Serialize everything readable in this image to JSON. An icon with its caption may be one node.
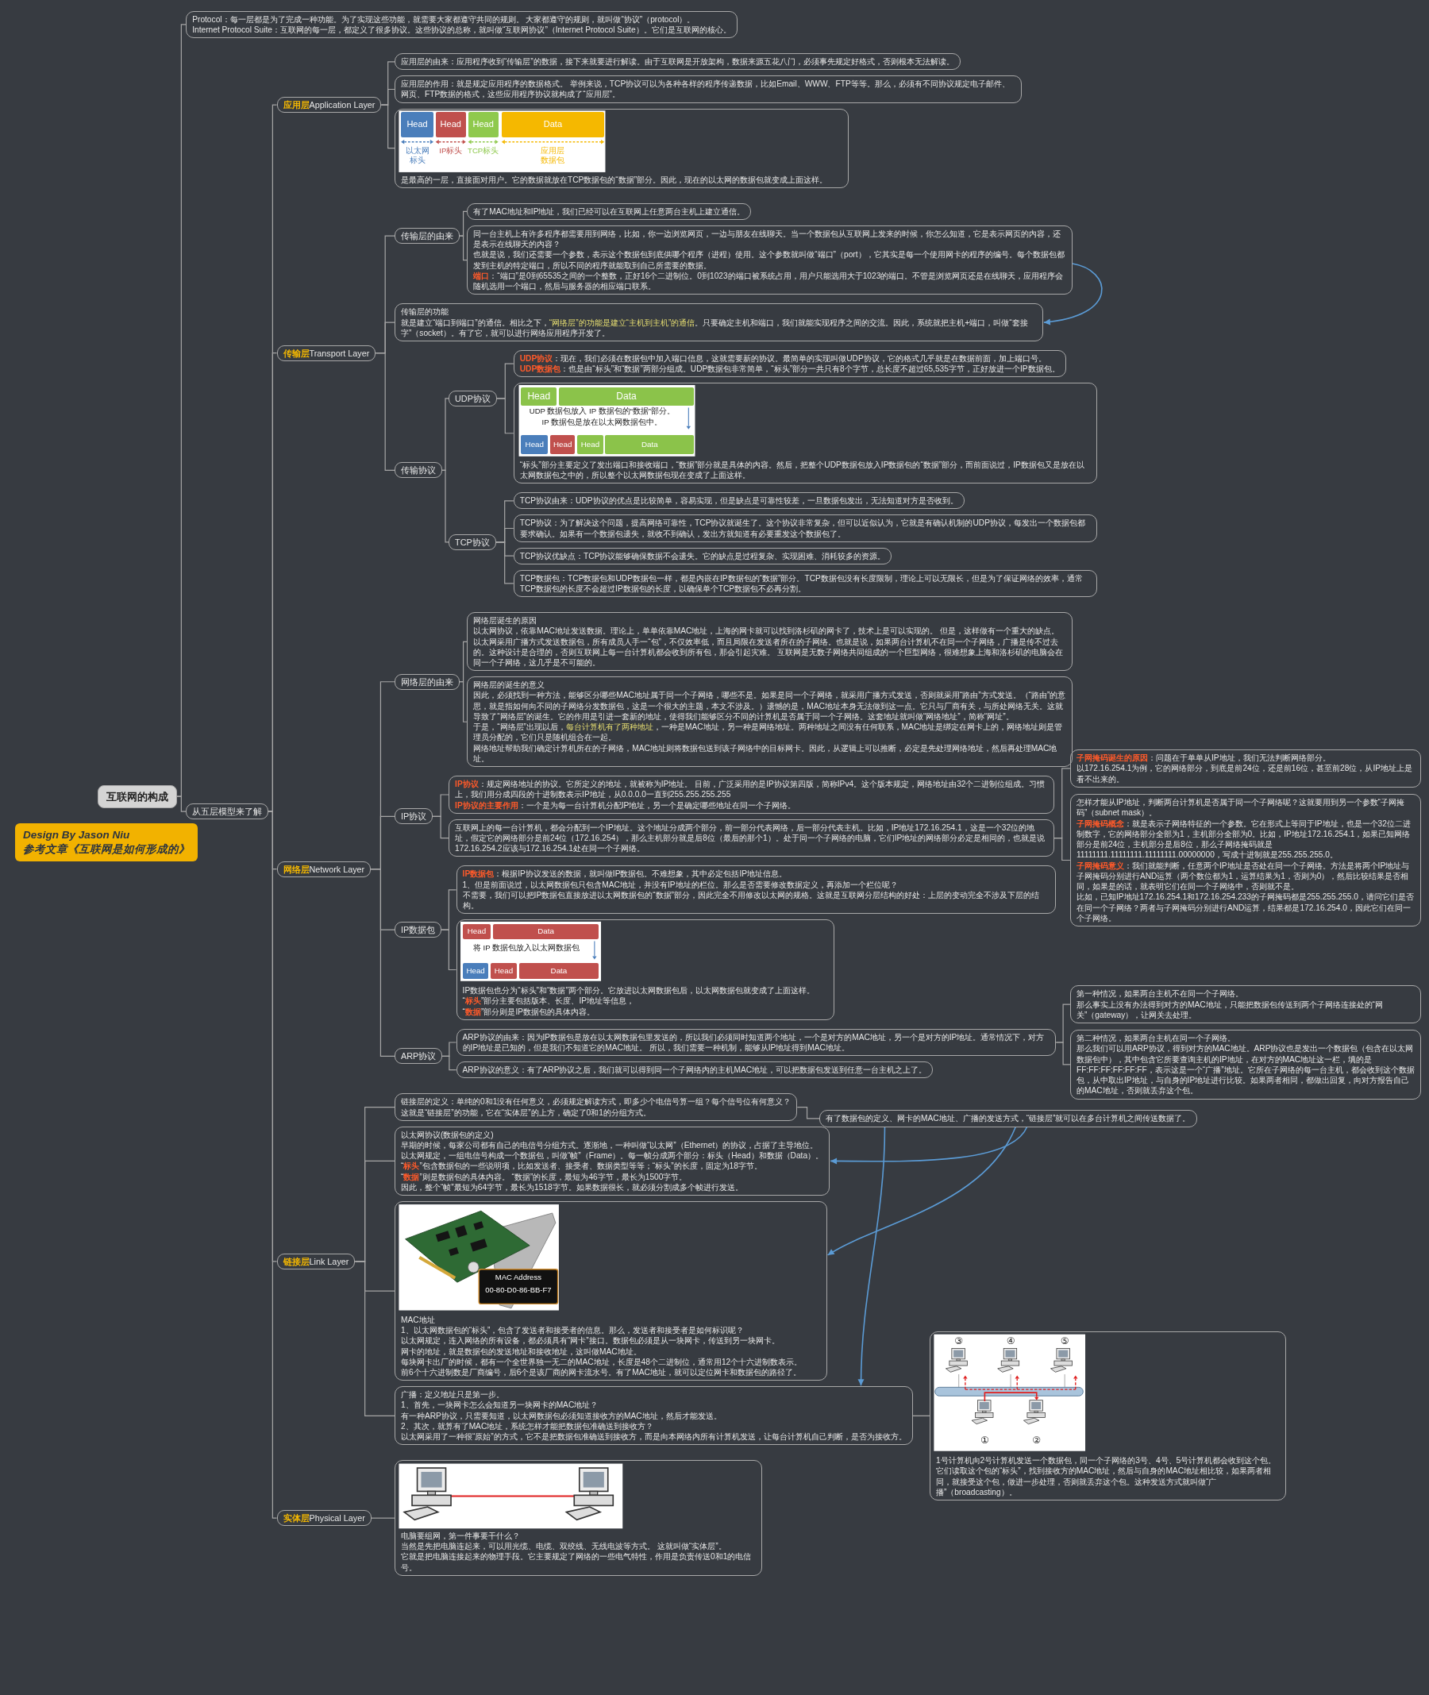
{
  "diagram": {
    "nodes": [
      {
        "text": [
          "互联网的构成"
        ]
      },
      {
        "text": [
          "Design By Jason Niu",
          "参考文章《互联网是如何形成的》"
        ]
      },
      {
        "text": [
          "Protocol：每一层都是为了完成一种功能。为了实现这些功能，就需要大家都遵守共同的规则。 大家都遵守的规则，就叫做“协议”（protocol）。",
          "Internet Protocol Suite：互联网的每一层，都定义了很多协议。这些协议的总称，就叫做“互联网协议”（Internet Protocol Suite）。它们是互联网的核心。"
        ]
      },
      {
        "text": [
          "从五层模型来了解"
        ]
      },
      {
        "text": [
          "**应用层**Application Layer"
        ]
      },
      {
        "text": [
          "**传输层**Transport Layer"
        ]
      },
      {
        "text": [
          "**网络层**Network Layer"
        ]
      },
      {
        "text": [
          "**链接层**Link Layer"
        ]
      },
      {
        "text": [
          "**实体层**Physical Layer"
        ]
      },
      {
        "text": [
          "应用层的由来：应用程序收到“传输层”的数据，接下来就要进行解读。由于互联网是开放架构，数据来源五花八门，必须事先规定好格式，否则根本无法解读。"
        ]
      },
      {
        "text": [
          "应用层的作用：就是规定应用程序的数据格式。 举例来说，TCP协议可以为各种各样的程序传递数据，比如Email、WWW、FTP等等。那么，必须有不同协议规定电子邮件、网页、FTP数据的格式，这些应用程序协议就构成了“应用层”。"
        ]
      },
      {
        "text": [
          "是最高的一层，直接面对用户。它的数据就放在TCP数据包的“数据”部分。因此，现在的以太网的数据包就变成上面这样。"
        ]
      },
      {
        "text": [
          "传输层的由来"
        ]
      },
      {
        "text": [
          "传输层的功能",
          "就是建立“端口到端口”的通信。相比之下，*“网络层”的功能是建立“主机到主机”的通信*。只要确定主机和端口，我们就能实现程序之间的交流。因此，系统就把主机+端口，叫做“套接字”（socket）。有了它，就可以进行网络应用程序开发了。"
        ]
      },
      {
        "text": [
          "传输协议"
        ]
      },
      {
        "text": [
          "有了MAC地址和IP地址，我们已经可以在互联网上任意两台主机上建立通信。"
        ]
      },
      {
        "text": [
          "同一台主机上有许多程序都需要用到网络，比如，你一边浏览网页，一边与朋友在线聊天。当一个数据包从互联网上发来的时候，你怎么知道，它是表示网页的内容，还是表示在线聊天的内容？",
          "也就是说，我们还需要一个参数，表示这个数据包到底供哪个程序（进程）使用。这个参数就叫做“端口”（port），它其实是每一个使用网卡的程序的编号。每个数据包都发到主机的特定端口，所以不同的程序就能取到自己所需要的数据。",
          "**端口**：“端口”是0到65535之间的一个整数，正好16个二进制位。0到1023的端口被系统占用，用户只能选用大于1023的端口。不管是浏览网页还是在线聊天，应用程序会随机选用一个端口，然后与服务器的相应端口联系。"
        ]
      },
      {
        "text": [
          "UDP协议"
        ]
      },
      {
        "text": [
          "TCP协议"
        ]
      },
      {
        "text": [
          "**UDP协议**：现在，我们必须在数据包中加入端口信息，这就需要新的协议。最简单的实现叫做UDP协议，它的格式几乎就是在数据前面，加上端口号。",
          "**UDP数据包**：也是由“标头”和“数据”两部分组成。UDP数据包非常简单，“标头”部分一共只有8个字节，总长度不超过65,535字节，正好放进一个IP数据包。"
        ]
      },
      {
        "text": [
          "“标头”部分主要定义了发出端口和接收端口，“数据”部分就是具体的内容。然后，把整个UDP数据包放入IP数据包的“数据”部分，而前面说过，IP数据包又是放在以太网数据包之中的，所以整个以太网数据包现在变成了上面这样。"
        ]
      },
      {
        "text": [
          "TCP协议由来：UDP协议的优点是比较简单，容易实现，但是缺点是可靠性较差，一旦数据包发出，无法知道对方是否收到。"
        ]
      },
      {
        "text": [
          "TCP协议：为了解决这个问题，提高网络可靠性，TCP协议就诞生了。这个协议非常复杂，但可以近似认为，它就是有确认机制的UDP协议，每发出一个数据包都要求确认。如果有一个数据包遗失，就收不到确认，发出方就知道有必要重发这个数据包了。"
        ]
      },
      {
        "text": [
          "TCP协议优缺点：TCP协议能够确保数据不会遗失。它的缺点是过程复杂、实现困难、消耗较多的资源。"
        ]
      },
      {
        "text": [
          "TCP数据包：TCP数据包和UDP数据包一样，都是内嵌在IP数据包的“数据”部分。TCP数据包没有长度限制，理论上可以无限长，但是为了保证网络的效率，通常TCP数据包的长度不会超过IP数据包的长度，以确保单个TCP数据包不必再分割。"
        ]
      },
      {
        "text": [
          "网络层的由来"
        ]
      },
      {
        "text": [
          "IP协议"
        ]
      },
      {
        "text": [
          "IP数据包"
        ]
      },
      {
        "text": [
          "ARP协议"
        ]
      },
      {
        "text": [
          "网络层诞生的原因",
          "以太网协议，依靠MAC地址发送数据。理论上，单单依靠MAC地址，上海的网卡就可以找到洛杉矶的网卡了，技术上是可以实现的。 但是，这样做有一个重大的缺点。",
          "以太网采用广播方式发送数据包，所有成员人手一“包”，不仅效率低，而且局限在发送者所在的子网络。也就是说，如果两台计算机不在同一个子网络，广播是传不过去的。这种设计是合理的，否则互联网上每一台计算机都会收到所有包，那会引起灾难。 互联网是无数子网络共同组成的一个巨型网络，很难想象上海和洛杉矶的电脑会在同一个子网络，这几乎是不可能的。"
        ]
      },
      {
        "text": [
          "网络层的诞生的意义",
          "因此，必须找到一种方法，能够区分哪些MAC地址属于同一个子网络，哪些不是。如果是同一个子网络，就采用广播方式发送，否则就采用“路由”方式发送。（“路由”的意思，就是指如何向不同的子网络分发数据包，这是一个很大的主题，本文不涉及。）遗憾的是，MAC地址本身无法做到这一点。它只与厂商有关，与所处网络无关。这就导致了“网络层”的诞生。它的作用是引进一套新的地址，使得我们能够区分不同的计算机是否属于同一个子网络。这套地址就叫做“网络地址”，简称“网址”。",
          "于是，“网络层”出现以后，*每台计算机有了两种地址*，一种是MAC地址，另一种是网络地址。两种地址之间没有任何联系，MAC地址是绑定在网卡上的，网络地址则是管理员分配的，它们只是随机组合在一起。",
          "网络地址帮助我们确定计算机所在的子网络，MAC地址则将数据包送到该子网络中的目标网卡。因此，从逻辑上可以推断，必定是先处理网络地址，然后再处理MAC地址。"
        ]
      },
      {
        "text": [
          "**IP协议**：规定网络地址的协议。它所定义的地址，就被称为IP地址。 目前，广泛采用的是IP协议第四版，简称IPv4。这个版本规定，网络地址由32个二进制位组成。习惯上，我们用分成四段的十进制数表示IP地址，从0.0.0.0一直到255.255.255.255",
          "**IP协议的主要作用**：一个是为每一台计算机分配IP地址，另一个是确定哪些地址在同一个子网络。"
        ]
      },
      {
        "text": [
          "互联网上的每一台计算机，都会分配到一个IP地址。这个地址分成两个部分，前一部分代表网络，后一部分代表主机。比如，IP地址172.16.254.1，这是一个32位的地址，假定它的网络部分是前24位（172.16.254），那么主机部分就是后8位（最后的那个1）。处于同一个子网络的电脑，它们IP地址的网络部分必定是相同的，也就是说172.16.254.2应该与172.16.254.1处在同一个子网络。"
        ]
      },
      {
        "text": [
          "**子网掩码诞生的原因**：问题在于单单从IP地址，我们无法判断网络部分。",
          "以172.16.254.1为例，它的网络部分，到底是前24位，还是前16位，甚至前28位，从IP地址上是看不出来的。"
        ]
      },
      {
        "text": [
          "怎样才能从IP地址，判断两台计算机是否属于同一个子网络呢？这就要用到另一个参数“子网掩码”（subnet mask）。",
          "**子网掩码概念**：就是表示子网络特征的一个参数。它在形式上等同于IP地址，也是一个32位二进制数字，它的网络部分全部为1，主机部分全部为0。比如，IP地址172.16.254.1，如果已知网络部分是前24位，主机部分是后8位，那么子网络掩码就是11111111.11111111.11111111.00000000，写成十进制就是255.255.255.0。",
          "**子网掩码意义**：我们就能判断，任意两个IP地址是否处在同一个子网络。方法是将两个IP地址与子网掩码分别进行AND运算（两个数位都为1，运算结果为1，否则为0），然后比较结果是否相同，如果是的话，就表明它们在同一个子网络中，否则就不是。",
          "比如，已知IP地址172.16.254.1和172.16.254.233的子网掩码都是255.255.255.0，请问它们是否在同一个子网络？两者与子网掩码分别进行AND运算，结果都是172.16.254.0，因此它们在同一个子网络。"
        ]
      },
      {
        "text": [
          "**IP数据包**：根据IP协议发送的数据，就叫做IP数据包。不难想象，其中必定包括IP地址信息。",
          "1、但是前面说过，以太网数据包只包含MAC地址，并没有IP地址的栏位。那么是否需要修改数据定义，再添加一个栏位呢？",
          "不需要，我们可以把IP数据包直接放进以太网数据包的“数据”部分，因此完全不用修改以太网的规格。这就是互联网分层结构的好处：上层的变动完全不涉及下层的结构。"
        ]
      },
      {
        "text": [
          "IP数据包也分为“标头”和“数据”两个部分。它放进以太网数据包后，以太网数据包就变成了上面这样。",
          "“**标头**”部分主要包括版本、长度、IP地址等信息，",
          "“**数据**”部分则是IP数据包的具体内容。"
        ]
      },
      {
        "text": [
          "ARP协议的由来：因为IP数据包是放在以太网数据包里发送的，所以我们必须同时知道两个地址，一个是对方的MAC地址，另一个是对方的IP地址。通常情况下，对方的IP地址是已知的，但是我们不知道它的MAC地址。 所以，我们需要一种机制，能够从IP地址得到MAC地址。"
        ]
      },
      {
        "text": [
          "ARP协议的意义：有了ARP协议之后，我们就可以得到同一个子网络内的主机MAC地址，可以把数据包发送到任意一台主机之上了。"
        ]
      },
      {
        "text": [
          "第一种情况，如果两台主机不在同一个子网络。",
          "那么事实上没有办法得到对方的MAC地址，只能把数据包传送到两个子网络连接处的“网关”（gateway），让网关去处理。"
        ]
      },
      {
        "text": [
          "第二种情况，如果两台主机在同一个子网络。",
          "那么我们可以用ARP协议，得到对方的MAC地址。ARP协议也是发出一个数据包（包含在以太网数据包中），其中包含它所要查询主机的IP地址，在对方的MAC地址这一栏，填的是FF:FF:FF:FF:FF:FF，表示这是一个“广播”地址。它所在子网络的每一台主机，都会收到这个数据包，从中取出IP地址，与自身的IP地址进行比较。如果两者相同，都做出回复，向对方报告自己的MAC地址，否则就丢弃这个包。"
        ]
      },
      {
        "text": [
          "链接层的定义：单纯的0和1没有任何意义，必须规定解读方式，即多少个电信号算一组？每个信号位有何意义？",
          "这就是“链接层”的功能，它在“实体层”的上方，确定了0和1的分组方式。"
        ]
      },
      {
        "text": [
          "以太网协议(数据包的定义)",
          "早期的时候，每家公司都有自己的电信号分组方式。逐渐地，一种叫做“以太网”（Ethernet）的协议，占据了主导地位。",
          "以太网规定，一组电信号构成一个数据包，叫做“帧”（Frame）。每一帧分成两个部分：标头（Head）和数据（Data）。",
          "“**标头**”包含数据包的一些说明项，比如发送者、接受者、数据类型等等；“标头”的长度，固定为18字节。",
          "“**数据**”则是数据包的具体内容。 “数据”的长度，最短为46字节，最长为1500字节。",
          "因此，整个“帧”最短为64字节，最长为1518字节。如果数据很长，就必须分割成多个帧进行发送。"
        ]
      },
      {
        "text": [
          "MAC地址",
          "1、以太网数据包的“标头”，包含了发送者和接受者的信息。那么，发送者和接受者是如何标识呢？",
          "以太网规定，连入网络的所有设备，都必须具有“网卡”接口。数据包必须是从一块网卡，传送到另一块网卡。",
          "网卡的地址，就是数据包的发送地址和接收地址，这叫做MAC地址。",
          "每块网卡出厂的时候，都有一个全世界独一无二的MAC地址，长度是48个二进制位，通常用12个十六进制数表示。",
          "前6个十六进制数是厂商编号，后6个是该厂商的网卡流水号。有了MAC地址，就可以定位网卡和数据包的路径了。"
        ]
      },
      {
        "text": [
          "广播：定义地址只是第一步。",
          "1、首先，一块网卡怎么会知道另一块网卡的MAC地址？",
          "有一种ARP协议，只需要知道，以太网数据包必须知道接收方的MAC地址，然后才能发送。",
          "2、其次，就算有了MAC地址，系统怎样才能把数据包准确送到接收方？",
          "以太网采用了一种很“原始”的方式，它不是把数据包准确送到接收方，而是向本网络内所有计算机发送，让每台计算机自己判断，是否为接收方。"
        ]
      },
      {
        "text": [
          "有了数据包的定义、网卡的MAC地址、广播的发送方式，“链接层”就可以在多台计算机之间传送数据了。"
        ]
      },
      {
        "text": [
          "1号计算机向2号计算机发送一个数据包，同一个子网络的3号、4号、5号计算机都会收到这个包。",
          "它们读取这个包的“标头”，找到接收方的MAC地址，然后与自身的MAC地址相比较，如果两者相同，就接受这个包，做进一步处理，否则就丢弃这个包。这种发送方式就叫做“广播”（broadcasting）。"
        ]
      },
      {
        "text": [
          "电脑要组网，第一件事要干什么？",
          "当然是先把电脑连起来，可以用光缆、电缆、双绞线、无线电波等方式。 这就叫做“实体层”。",
          "它就是把电脑连接起来的物理手段。它主要规定了网络的一些电气特性，作用是负责传送0和1的电信号。"
        ]
      }
    ],
    "edges": [
      {
        "from": 0,
        "to": 2,
        "arrow": "none"
      },
      {
        "from": 0,
        "to": 3,
        "arrow": "none"
      },
      {
        "from": 3,
        "to": 4,
        "arrow": "none"
      },
      {
        "from": 3,
        "to": 5,
        "arrow": "none"
      },
      {
        "from": 3,
        "to": 6,
        "arrow": "none"
      },
      {
        "from": 3,
        "to": 7,
        "arrow": "none"
      },
      {
        "from": 3,
        "to": 8,
        "arrow": "none"
      },
      {
        "from": 4,
        "to": 9,
        "arrow": "none"
      },
      {
        "from": 4,
        "to": 10,
        "arrow": "none"
      },
      {
        "from": 4,
        "to": 11,
        "arrow": "none"
      },
      {
        "from": 5,
        "to": 12,
        "arrow": "none"
      },
      {
        "from": 5,
        "to": 13,
        "arrow": "none"
      },
      {
        "from": 5,
        "to": 14,
        "arrow": "none"
      },
      {
        "from": 12,
        "to": 15,
        "arrow": "none"
      },
      {
        "from": 12,
        "to": 16,
        "arrow": "none"
      },
      {
        "from": 16,
        "to": 13,
        "arrow": "to",
        "color": "#5b9bd5"
      },
      {
        "from": 14,
        "to": 17,
        "arrow": "none"
      },
      {
        "from": 14,
        "to": 18,
        "arrow": "none"
      },
      {
        "from": 17,
        "to": 19,
        "arrow": "none"
      },
      {
        "from": 17,
        "to": 20,
        "arrow": "none"
      },
      {
        "from": 18,
        "to": 21,
        "arrow": "none"
      },
      {
        "from": 18,
        "to": 22,
        "arrow": "none"
      },
      {
        "from": 18,
        "to": 23,
        "arrow": "none"
      },
      {
        "from": 18,
        "to": 24,
        "arrow": "none"
      },
      {
        "from": 6,
        "to": 25,
        "arrow": "none"
      },
      {
        "from": 6,
        "to": 26,
        "arrow": "none"
      },
      {
        "from": 6,
        "to": 27,
        "arrow": "none"
      },
      {
        "from": 6,
        "to": 28,
        "arrow": "none"
      },
      {
        "from": 25,
        "to": 29,
        "arrow": "none"
      },
      {
        "from": 25,
        "to": 30,
        "arrow": "none"
      },
      {
        "from": 26,
        "to": 31,
        "arrow": "none"
      },
      {
        "from": 26,
        "to": 32,
        "arrow": "none"
      },
      {
        "from": 32,
        "to": 33,
        "arrow": "none"
      },
      {
        "from": 32,
        "to": 34,
        "arrow": "none"
      },
      {
        "from": 27,
        "to": 35,
        "arrow": "none"
      },
      {
        "from": 27,
        "to": 36,
        "arrow": "none"
      },
      {
        "from": 28,
        "to": 37,
        "arrow": "none"
      },
      {
        "from": 28,
        "to": 38,
        "arrow": "none"
      },
      {
        "from": 37,
        "to": 39,
        "arrow": "none"
      },
      {
        "from": 37,
        "to": 40,
        "arrow": "none"
      },
      {
        "from": 7,
        "to": 41,
        "arrow": "none"
      },
      {
        "from": 7,
        "to": 42,
        "arrow": "none"
      },
      {
        "from": 7,
        "to": 43,
        "arrow": "none"
      },
      {
        "from": 7,
        "to": 44,
        "arrow": "none"
      },
      {
        "from": 41,
        "to": 45,
        "arrow": "none"
      },
      {
        "from": 45,
        "to": 42,
        "arrow": "to",
        "color": "#5b9bd5"
      },
      {
        "from": 45,
        "to": 43,
        "arrow": "to",
        "color": "#5b9bd5"
      },
      {
        "from": 45,
        "to": 44,
        "arrow": "to",
        "color": "#5b9bd5"
      },
      {
        "from": 44,
        "to": 46,
        "arrow": "none"
      },
      {
        "from": 8,
        "to": 47,
        "arrow": "none"
      }
    ],
    "labels": [
      "Head",
      "Head",
      "Head",
      "Data",
      "以太网标头",
      "IP标头",
      "TCP标头",
      "应用层数据包",
      "Head",
      "Data",
      "UDP 数据包放入 IP 数据包的“数据”部分。",
      "IP 数据包是放在以太网数据包中。",
      "Head",
      "Head",
      "Head",
      "Data",
      "Head",
      "Data",
      "将 IP 数据包放入以太网数据包",
      "Head",
      "Head",
      "Data",
      "MAC Address",
      "00-80-D0-86-BB-F7",
      "③",
      "④",
      "⑤",
      "①",
      "②"
    ]
  }
}
